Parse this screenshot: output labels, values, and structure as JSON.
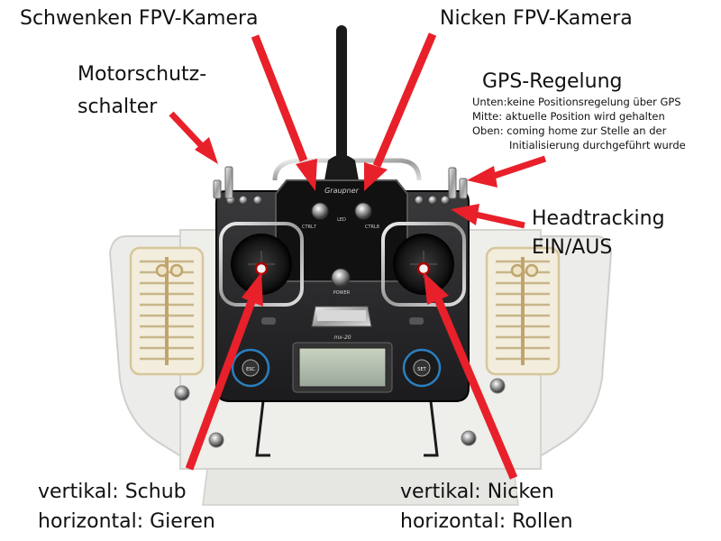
{
  "labels": {
    "schwenken": "Schwenken FPV-Kamera",
    "nicken_kamera": "Nicken FPV-Kamera",
    "motorschutz_1": "Motorschutz-",
    "motorschutz_2": "schalter",
    "gps_title": "GPS-Regelung",
    "gps_line1": "Unten:keine Positionsregelung über GPS",
    "gps_line2": "Mitte: aktuelle Position wird gehalten",
    "gps_line3": "Oben: coming home zur Stelle an der",
    "gps_line4": "Initialisierung durchgeführt wurde",
    "headtracking_1": "Headtracking",
    "headtracking_2": "EIN/AUS",
    "left_stick_1": "vertikal: Schub",
    "left_stick_2": "horizontal: Gieren",
    "right_stick_1": "vertikal: Nicken",
    "right_stick_2": "horizontal: Rollen"
  },
  "device": {
    "brand": "Graupner",
    "model": "mx-20",
    "led_label": "LED",
    "ctrl7_label": "CTRL7",
    "ctrl8_label": "CTRL8",
    "power_label": "POWER",
    "esc_label": "ESC",
    "set_label": "SET"
  },
  "colors": {
    "arrow": "#e8202a",
    "label_text": "#111111",
    "tray": "#eaeae6",
    "transmitter_body": "#2a2a2c"
  }
}
